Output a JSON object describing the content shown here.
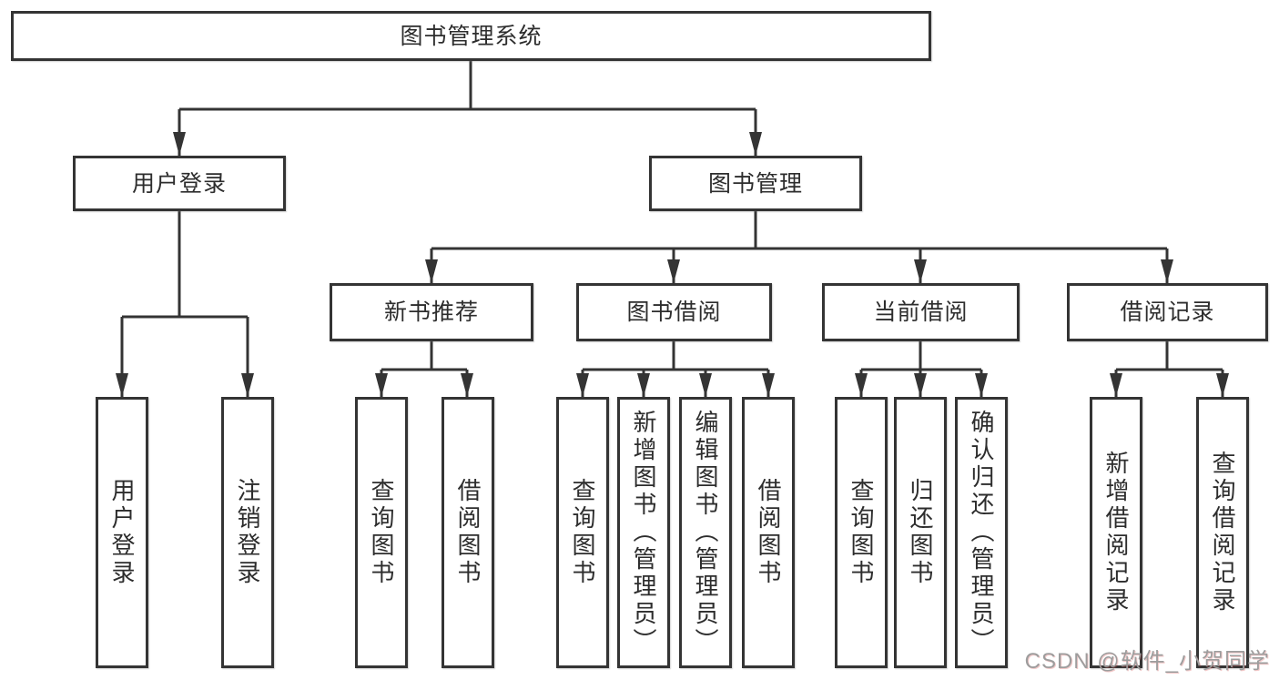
{
  "diagram": {
    "root": {
      "label": "图书管理系统"
    },
    "branches": [
      {
        "label": "用户登录",
        "children": [
          "用户登录",
          "注销登录"
        ]
      },
      {
        "label": "图书管理",
        "children": [
          {
            "label": "新书推荐",
            "children": [
              "查询图书",
              "借阅图书"
            ]
          },
          {
            "label": "图书借阅",
            "children": [
              "查询图书",
              "新增图书（管理员）",
              "编辑图书（管理员）",
              "借阅图书"
            ]
          },
          {
            "label": "当前借阅",
            "children": [
              "查询图书",
              "归还图书",
              "确认归还（管理员）"
            ]
          },
          {
            "label": "借阅记录",
            "children": [
              "新增借阅记录",
              "查询借阅记录"
            ]
          }
        ]
      }
    ]
  },
  "watermark": "CSDN @软件_小贺同学",
  "colors": {
    "line": "#343434",
    "box_border": "#343434",
    "box_fill": "#ffffff",
    "text": "#2d2d2d",
    "background": "#ffffff",
    "watermark_text": "#9d9d9d"
  }
}
